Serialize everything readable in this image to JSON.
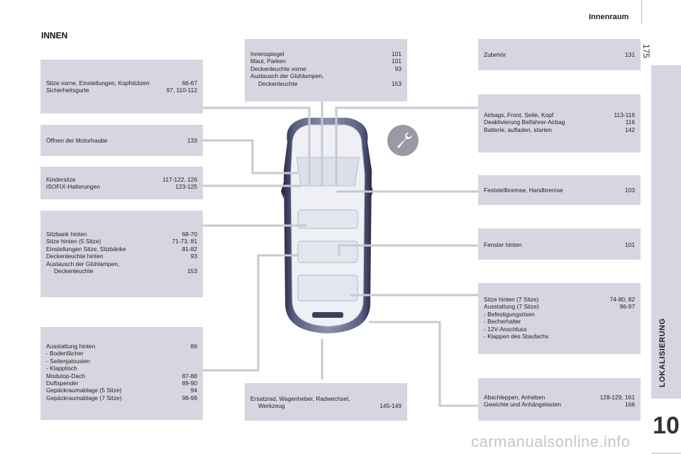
{
  "header": {
    "title": "Innenraum"
  },
  "page_number": "175",
  "side_tab": {
    "label": "LOKALISIERUNG",
    "chapter": "10"
  },
  "section_title": "INNEN",
  "boxes": {
    "seats_front": {
      "rows": [
        {
          "t": "Sitze vorne, Einstellungen, Kopfstützen",
          "p": "66-67"
        },
        {
          "t": "Sicherheitsgurte",
          "p": "97, 110-112"
        }
      ]
    },
    "bonnet": {
      "rows": [
        {
          "t": "Öffnen der Motorhaube",
          "p": "133"
        }
      ]
    },
    "child_seats": {
      "rows": [
        {
          "t": "Kindersitze",
          "p": "117-122, 126"
        },
        {
          "t": "ISOFIX-Halterungen",
          "p": "123-125"
        }
      ]
    },
    "rear_bench": {
      "rows": [
        {
          "t": "Sitzbank hinten",
          "p": "68-70"
        },
        {
          "t": "Sitze hinten (5 Sitze)",
          "p": "71-73, 81"
        },
        {
          "t": "Einstellungen Sitze, Sitzbänke",
          "p": "81-82"
        },
        {
          "t": "Deckenleuchte hinten",
          "p": "93"
        },
        {
          "t": "Austausch der Glühlampen,",
          "p": ""
        },
        {
          "t": "Deckenleuchte",
          "p": "153"
        }
      ]
    },
    "rear_equip": {
      "rows": [
        {
          "t": "Ausstattung hinten",
          "p": "86"
        },
        {
          "t": "-  Bodenfächer",
          "p": ""
        },
        {
          "t": "-  Seitenjalousien",
          "p": ""
        },
        {
          "t": "-  Klapptisch",
          "p": ""
        },
        {
          "t": "Modutop-Dach",
          "p": "87-88"
        },
        {
          "t": "Duftspender",
          "p": "89-90"
        },
        {
          "t": "Gepäckraumablage (5 Sitze)",
          "p": "94"
        },
        {
          "t": "Gepäckraumablage (7 Sitze)",
          "p": "98-99"
        }
      ]
    },
    "mirror": {
      "rows": [
        {
          "t": "Innenspiegel",
          "p": "101"
        },
        {
          "t": "Maut, Parken",
          "p": "101"
        },
        {
          "t": "Deckenleuchte vorne",
          "p": "93"
        },
        {
          "t": "Austausch der Glühlampen,",
          "p": ""
        },
        {
          "t": "Deckenleuchte",
          "p": "153"
        }
      ]
    },
    "spare_wheel": {
      "rows": [
        {
          "t": "Ersatzrad, Wagenheber, Radwechsel,",
          "p": ""
        },
        {
          "t": "Werkzeug",
          "p": "145-149"
        }
      ]
    },
    "accessories": {
      "rows": [
        {
          "t": "Zubehör",
          "p": "131"
        }
      ]
    },
    "airbags": {
      "rows": [
        {
          "t": "Airbags, Front, Seite, Kopf",
          "p": "113-116"
        },
        {
          "t": "Deaktivierung Beifahrer-Airbag",
          "p": "116"
        },
        {
          "t": "Batterie, aufladen, starten",
          "p": "142"
        }
      ]
    },
    "parking_brake": {
      "rows": [
        {
          "t": "Feststellbremse, Handbremse",
          "p": "103"
        }
      ]
    },
    "rear_windows": {
      "rows": [
        {
          "t": "Fenster hinten",
          "p": "101"
        }
      ]
    },
    "rear_seats7": {
      "rows": [
        {
          "t": "Sitze hinten (7 Sitze)",
          "p": "74-80, 82"
        },
        {
          "t": "Ausstattung (7 Sitze)",
          "p": "96-97"
        },
        {
          "t": "-  Befestigungsösen",
          "p": ""
        },
        {
          "t": "-  Becherhalter",
          "p": ""
        },
        {
          "t": "-  12V-Anschluss",
          "p": ""
        },
        {
          "t": "-  Klappen des Staufachs",
          "p": ""
        }
      ]
    },
    "towing": {
      "rows": [
        {
          "t": "Abschleppen, Anheben",
          "p": "128-129, 161"
        },
        {
          "t": "Gewichte und Anhängelasten",
          "p": "166"
        }
      ]
    }
  },
  "watermark": "carmanualsonline.info"
}
